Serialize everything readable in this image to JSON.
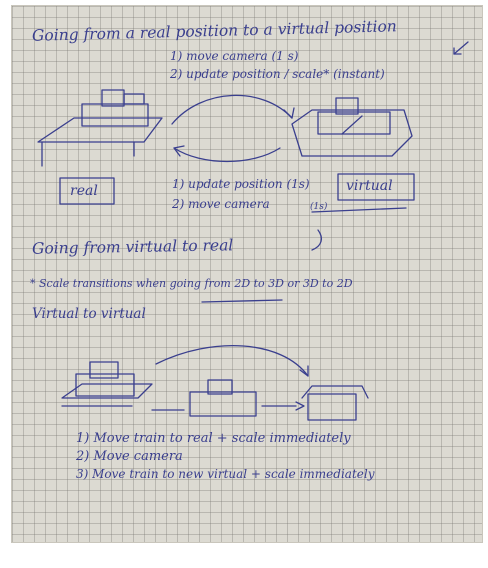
{
  "notes": {
    "heading_real_to_virtual": "Going from a real position to a virtual position",
    "step_move_camera_1s": "1) move camera (1 s)",
    "step_update_position_instant": "2) update position / scale* (instant)",
    "label_real": "real",
    "step_update_position_1s": "1) update position (1s)",
    "label_virtual": "virtual",
    "step_move_camera": "2) move camera",
    "label_1s": "(1s)",
    "heading_virtual_to_real": "Going from virtual to real",
    "scale_note": "* Scale transitions when going from 2D to 3D or 3D to 2D",
    "heading_virtual_to_virtual": "Virtual to virtual",
    "step_move_train_real": "1) Move train to real + scale immediately",
    "step_move_camera_2": "2) Move camera",
    "step_move_train_new_virtual": "3) Move train to new virtual + scale immediately"
  },
  "colors": {
    "paper": "#dcdad2",
    "ink": "#3a3f8e",
    "grid": "#78766f"
  }
}
